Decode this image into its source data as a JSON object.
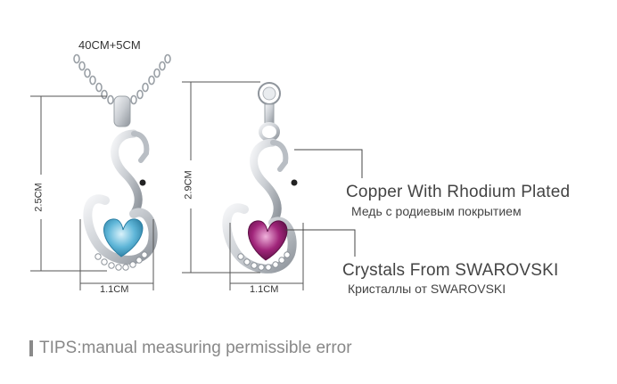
{
  "chain": {
    "length_label": "40CM+5CM"
  },
  "pendant_left": {
    "height_label": "2.5CM",
    "width_label": "1.1CM",
    "crystal_color": "#5fb6d8"
  },
  "pendant_right": {
    "height_label": "2.9CM",
    "width_label": "1.1CM",
    "crystal_color": "#a0257a"
  },
  "callouts": {
    "material_en": "Copper With Rhodium Plated",
    "material_ru": "Медь с родиевым покрытием",
    "crystal_en": "Crystals From SWAROVSKI",
    "crystal_ru": "Кристаллы от SWAROVSKI"
  },
  "tips": {
    "text": "TIPS:manual measuring permissible error"
  },
  "colors": {
    "metal": "#cfd3d8",
    "metal_dark": "#8e949b",
    "line": "#555555",
    "text": "#333333"
  }
}
